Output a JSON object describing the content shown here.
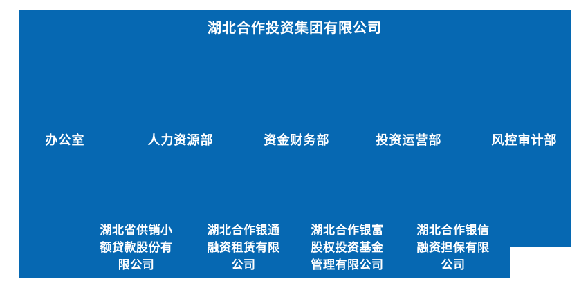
{
  "colors": {
    "panel_blue": "#0668b2",
    "text_white": "#ffffff",
    "page_background": "#ffffff"
  },
  "org_chart": {
    "title": "湖北合作投资集团有限公司",
    "departments": [
      {
        "label": "办公室"
      },
      {
        "label": "人力资源部"
      },
      {
        "label": "资金财务部"
      },
      {
        "label": "投资运营部"
      },
      {
        "label": "风控审计部"
      }
    ],
    "subsidiaries": [
      {
        "lines": [
          "湖北省供销小",
          "额贷款股份有",
          "限公司"
        ]
      },
      {
        "lines": [
          "湖北合作银通",
          "融资租赁有限",
          "公司"
        ]
      },
      {
        "lines": [
          "湖北合作银富",
          "股权投资基金",
          "管理有限公司"
        ]
      },
      {
        "lines": [
          "湖北合作银信",
          "融资担保有限",
          "公司"
        ]
      }
    ]
  }
}
